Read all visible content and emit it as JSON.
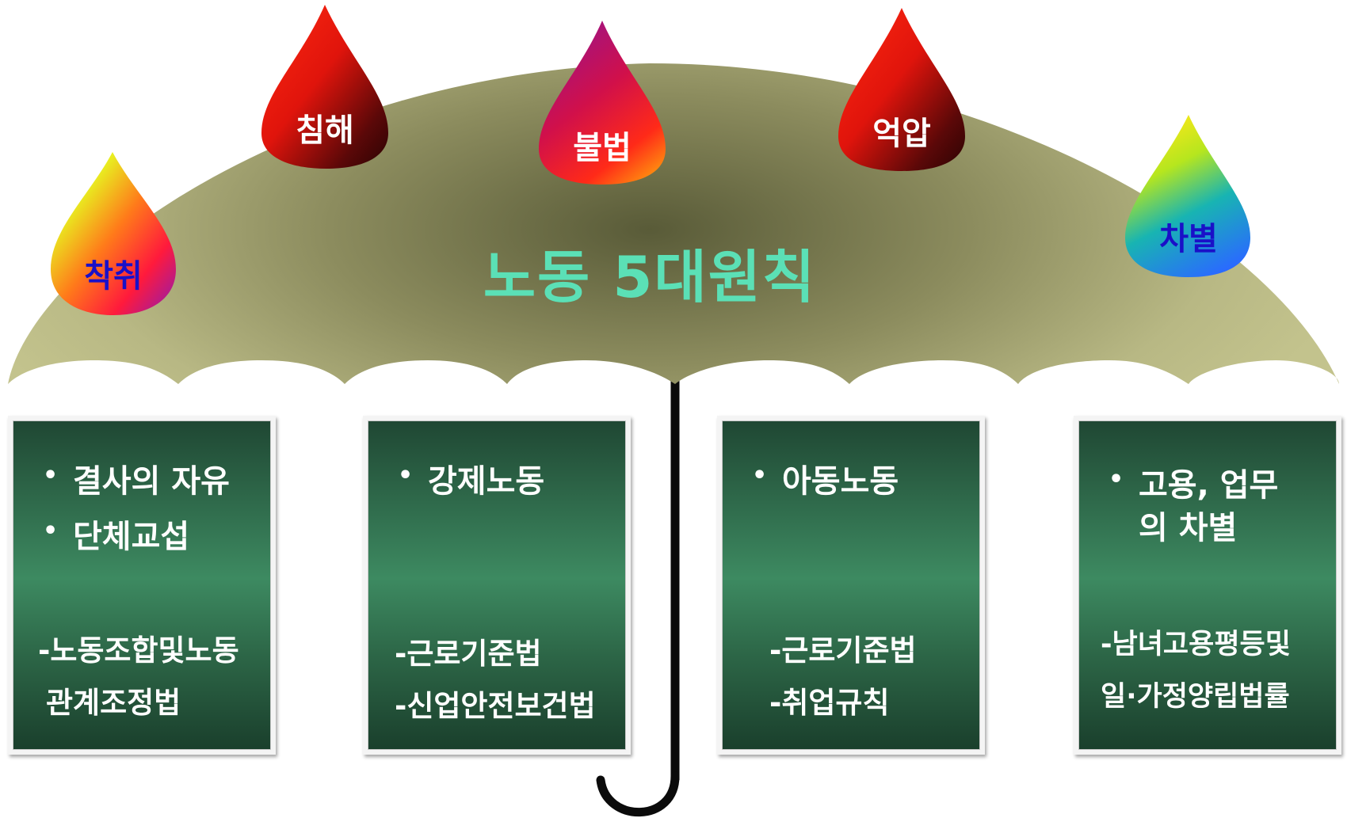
{
  "title": "노동 5대원칙",
  "drops": [
    {
      "id": "exploitation",
      "label": "착취"
    },
    {
      "id": "infringement",
      "label": "침해"
    },
    {
      "id": "illegality",
      "label": "불법"
    },
    {
      "id": "oppression",
      "label": "억압"
    },
    {
      "id": "discrimination",
      "label": "차별"
    }
  ],
  "boxes": [
    {
      "bullets": [
        "결사의 자유",
        "단체교섭"
      ],
      "laws": [
        "-노동조합및노동",
        "관계조정법"
      ]
    },
    {
      "bullets": [
        "강제노동"
      ],
      "laws": [
        "-근로기준법",
        "-신업안전보건법"
      ]
    },
    {
      "bullets": [
        "아동노동"
      ],
      "laws": [
        "-근로기준법",
        "-취업규칙"
      ]
    },
    {
      "bullets": [
        "고용, 업무 의 차별"
      ],
      "laws": [
        "-남녀고용평등및",
        "일·가정양립법률"
      ]
    }
  ],
  "bullet_symbol": "•",
  "colors": {
    "umbrella_center": "#5c5f3e",
    "umbrella_edge": "#bdbd86",
    "title": "#5be0b6",
    "drop_label_dark": "#ffffff",
    "drop_label_blue": "#1a10c8",
    "box_bg": "#2f6a4b"
  }
}
